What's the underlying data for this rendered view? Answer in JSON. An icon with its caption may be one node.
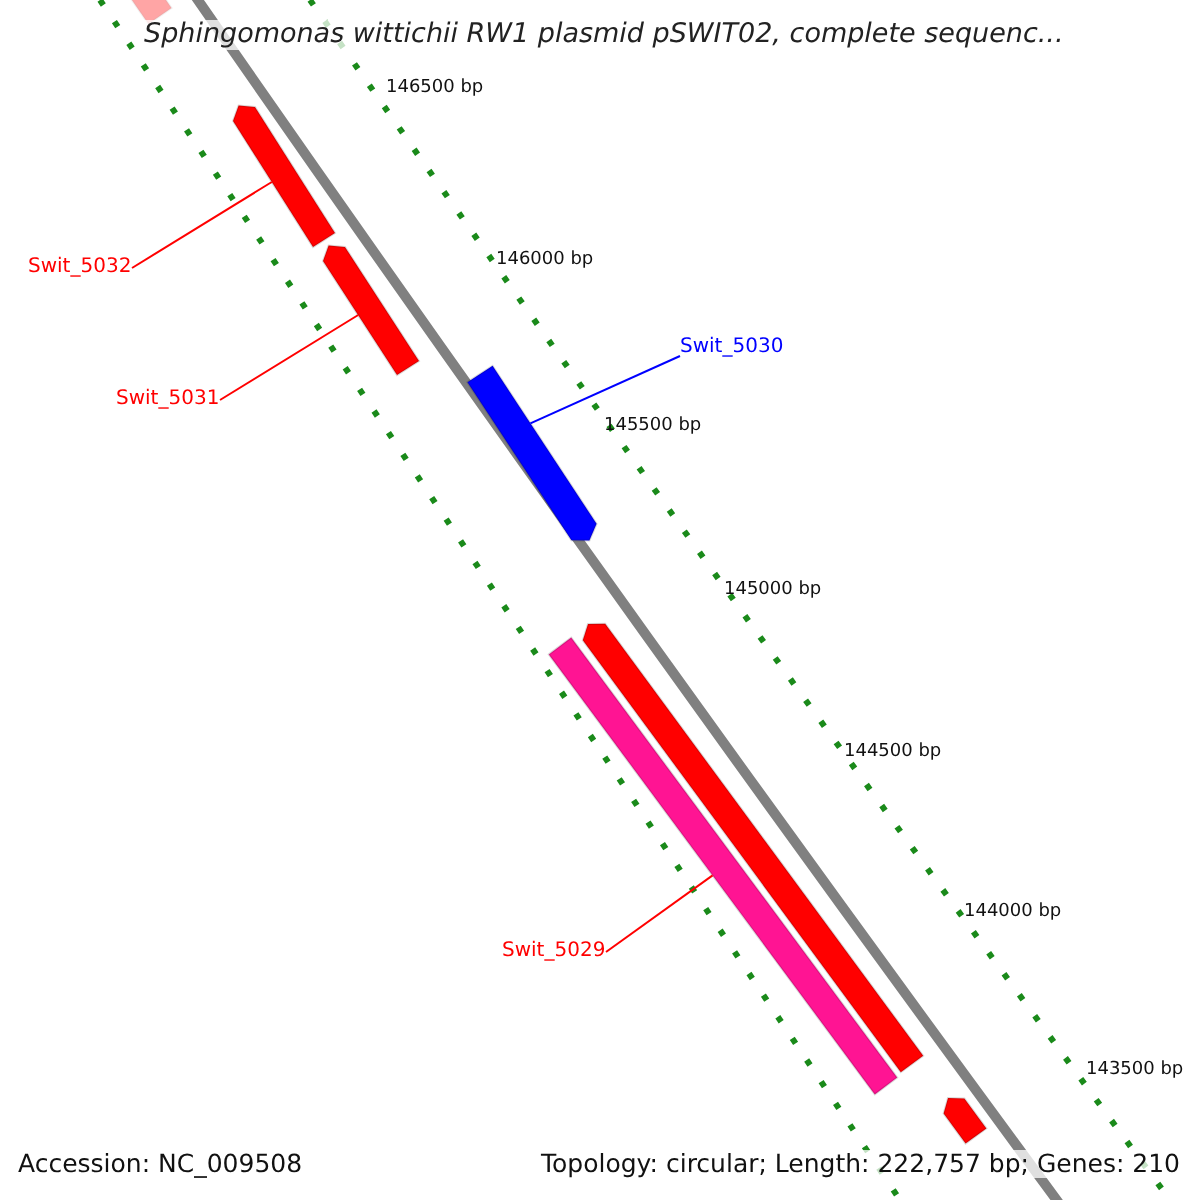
{
  "diagram": {
    "title": "Sphingomonas wittichii RW1 plasmid pSWIT02, complete sequenc...",
    "nodes": [
      {
        "text": [],
        "shape": "bar"
      },
      {
        "text": [
          "Swit_5032"
        ]
      },
      {
        "text": [],
        "shape": "bar"
      },
      {
        "text": [
          "Swit_5031"
        ]
      },
      {
        "text": [],
        "shape": "bar"
      },
      {
        "text": [
          "Swit_5030"
        ]
      },
      {
        "text": [],
        "shape": "bar"
      },
      {
        "text": [],
        "shape": "bar"
      },
      {
        "text": [],
        "shape": "bar"
      },
      {
        "text": [
          "Swit_5029"
        ]
      },
      {
        "text": [],
        "shape": "bar"
      }
    ],
    "edges": [
      {
        "from": 1,
        "to": 2,
        "arrow": "none"
      },
      {
        "from": 3,
        "to": 4,
        "arrow": "none"
      },
      {
        "from": 5,
        "to": 6,
        "arrow": "none",
        "color": "#0000ff"
      },
      {
        "from": 9,
        "to": 8,
        "arrow": "none"
      }
    ],
    "labels": [
      "146500 bp",
      "146000 bp",
      "145500 bp",
      "145000 bp",
      "144500 bp",
      "144000 bp",
      "143500 bp",
      "Accession: NC_009508",
      "Topology: circular; Length: 222,757 bp; Genes: 210"
    ]
  }
}
